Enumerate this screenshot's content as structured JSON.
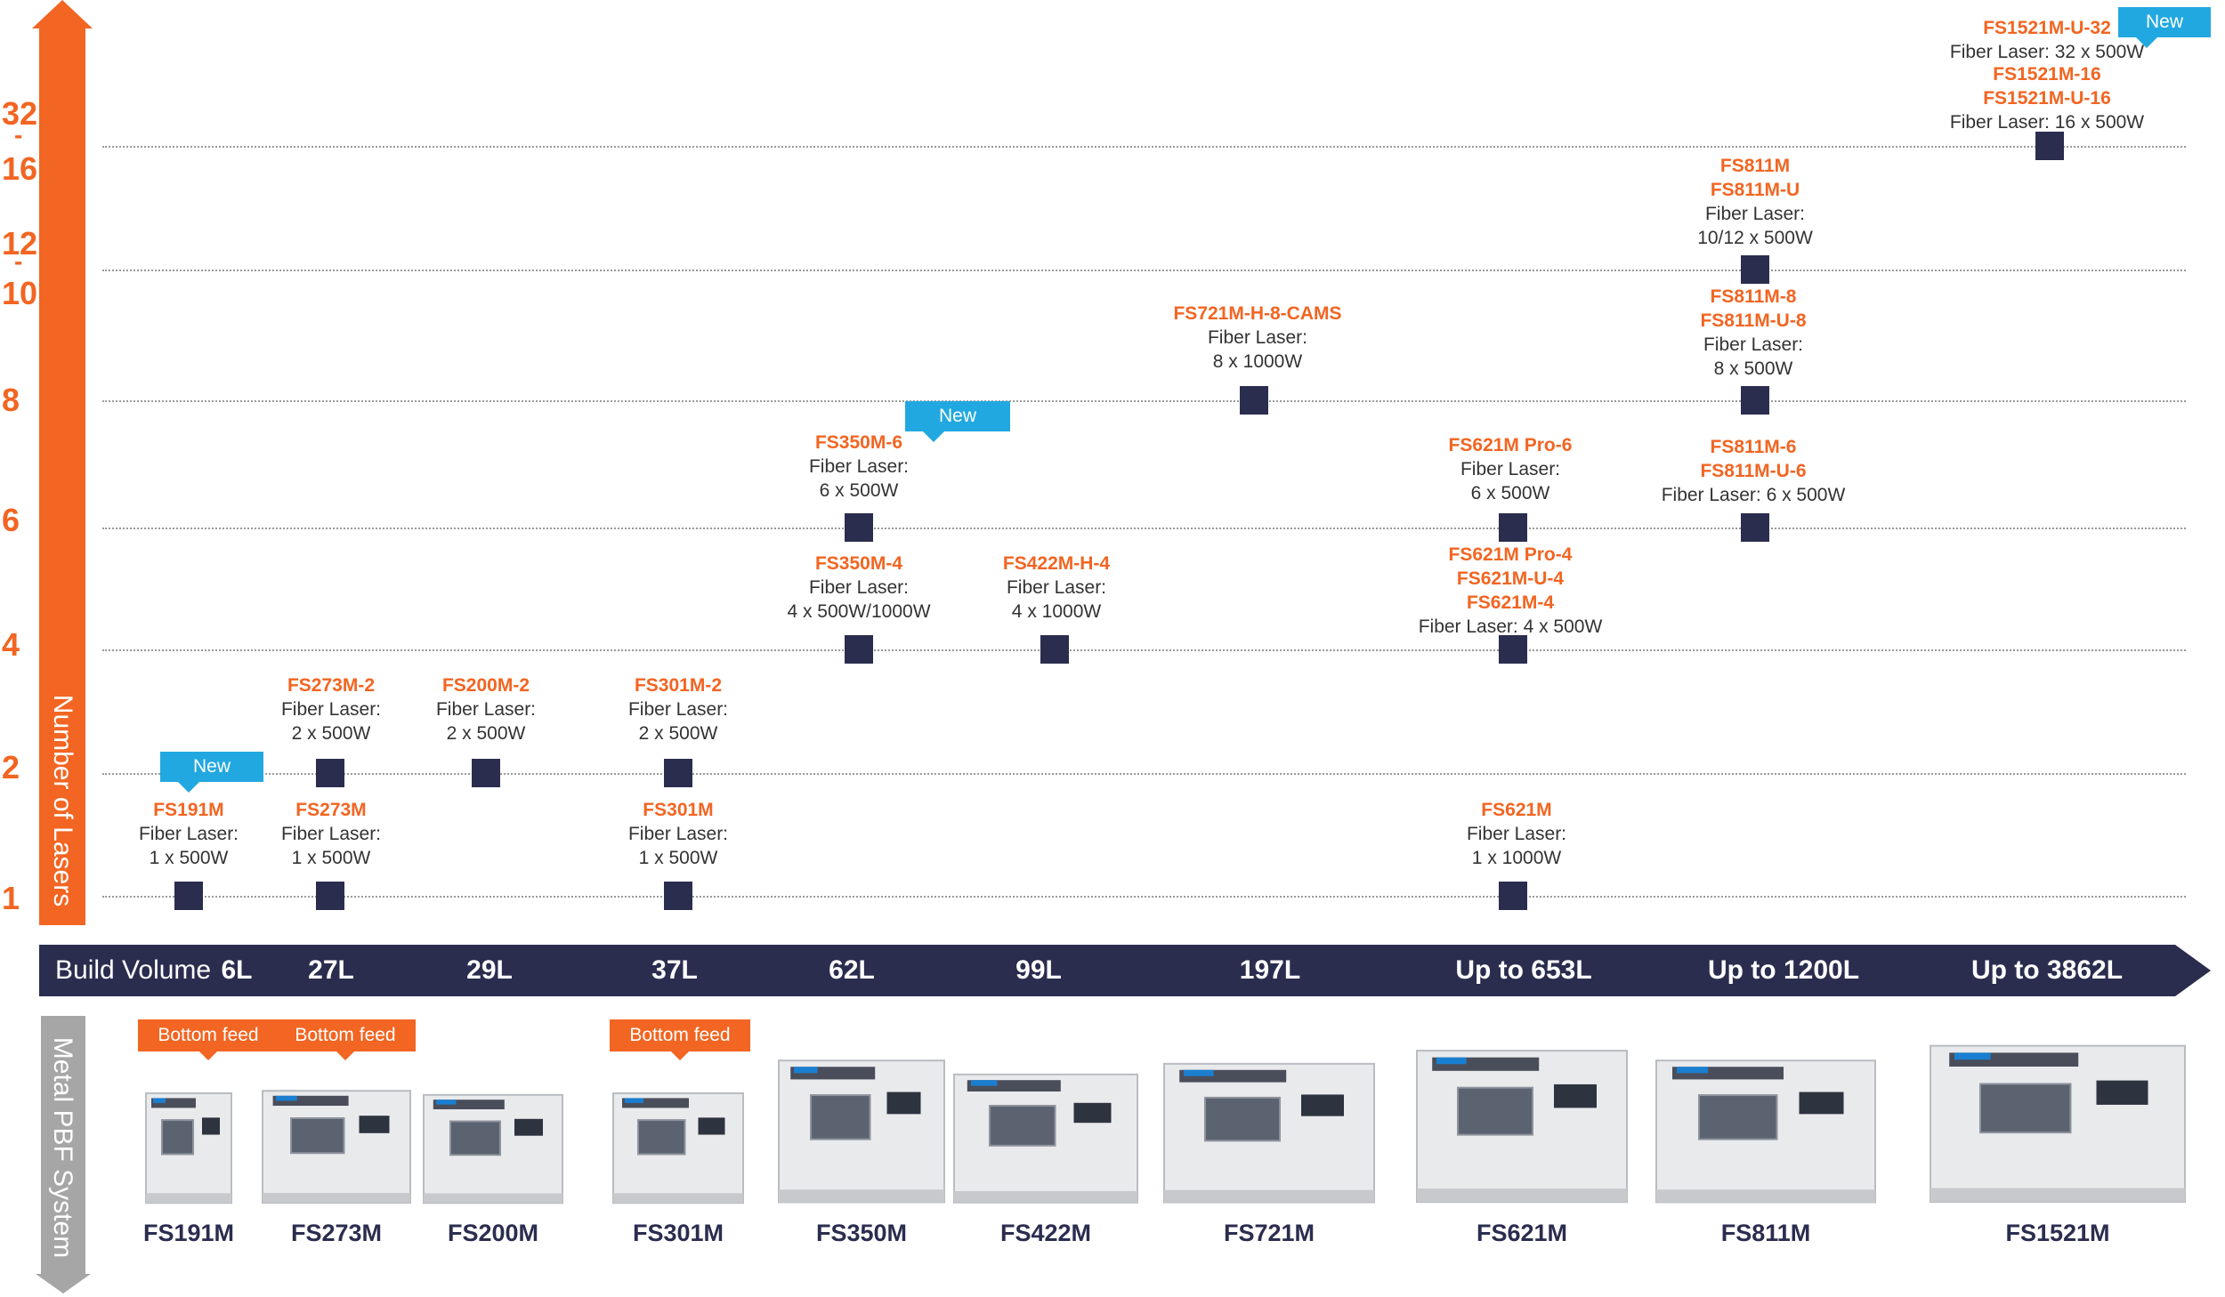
{
  "axis": {
    "y_label": "Number of Lasers",
    "ticks": [
      {
        "label": "32",
        "value": 32
      },
      {
        "label": "-",
        "value": 24
      },
      {
        "label": "16",
        "value": 16
      },
      {
        "label": "12",
        "value": 12
      },
      {
        "label": "-",
        "value": 11
      },
      {
        "label": "10",
        "value": 10
      },
      {
        "label": "8",
        "value": 8
      },
      {
        "label": "6",
        "value": 6
      },
      {
        "label": "4",
        "value": 4
      },
      {
        "label": "2",
        "value": 2
      },
      {
        "label": "1",
        "value": 1
      }
    ]
  },
  "band": {
    "title": "Build Volume",
    "volumes": [
      "6L",
      "27L",
      "29L",
      "37L",
      "62L",
      "99L",
      "197L",
      "Up to 653L",
      "Up to 1200L",
      "Up to 3862L"
    ]
  },
  "system_label": "Metal PBF System",
  "badges": {
    "new": "New",
    "bottom_feed": "Bottom feed"
  },
  "colors": {
    "orange": "#f26522",
    "navy": "#2b2d4f",
    "new_blue": "#22a8e0",
    "gray": "#a6a6a6"
  },
  "chart_data": {
    "type": "scatter",
    "ylabel": "Number of Lasers",
    "x_categories": [
      "FS191M",
      "FS273M",
      "FS200M",
      "FS301M",
      "FS350M",
      "FS422M",
      "FS721M",
      "FS621M",
      "FS811M",
      "FS1521M"
    ],
    "points": [
      {
        "machine": "FS191M",
        "lasers": 1,
        "models": [
          "FS191M"
        ],
        "spec": [
          "Fiber Laser:",
          "1 x 500W"
        ],
        "new": true
      },
      {
        "machine": "FS273M",
        "lasers": 1,
        "models": [
          "FS273M"
        ],
        "spec": [
          "Fiber Laser:",
          "1 x 500W"
        ]
      },
      {
        "machine": "FS273M",
        "lasers": 2,
        "models": [
          "FS273M-2"
        ],
        "spec": [
          "Fiber Laser:",
          "2 x 500W"
        ]
      },
      {
        "machine": "FS200M",
        "lasers": 2,
        "models": [
          "FS200M-2"
        ],
        "spec": [
          "Fiber Laser:",
          "2 x 500W"
        ]
      },
      {
        "machine": "FS301M",
        "lasers": 1,
        "models": [
          "FS301M"
        ],
        "spec": [
          "Fiber Laser:",
          "1 x 500W"
        ]
      },
      {
        "machine": "FS301M",
        "lasers": 2,
        "models": [
          "FS301M-2"
        ],
        "spec": [
          "Fiber Laser:",
          "2 x 500W"
        ]
      },
      {
        "machine": "FS350M",
        "lasers": 4,
        "models": [
          "FS350M-4"
        ],
        "spec": [
          "Fiber Laser:",
          "4 x 500W/1000W"
        ]
      },
      {
        "machine": "FS350M",
        "lasers": 6,
        "models": [
          "FS350M-6"
        ],
        "spec": [
          "Fiber Laser:",
          "6 x 500W"
        ],
        "new": true
      },
      {
        "machine": "FS422M",
        "lasers": 4,
        "models": [
          "FS422M-H-4"
        ],
        "spec": [
          "Fiber Laser:",
          "4 x 1000W"
        ]
      },
      {
        "machine": "FS721M",
        "lasers": 8,
        "models": [
          "FS721M-H-8-CAMS"
        ],
        "spec": [
          "Fiber Laser:",
          "8 x 1000W"
        ]
      },
      {
        "machine": "FS621M",
        "lasers": 1,
        "models": [
          "FS621M"
        ],
        "spec": [
          "Fiber Laser:",
          "1 x 1000W"
        ]
      },
      {
        "machine": "FS621M",
        "lasers": 4,
        "models": [
          "FS621M Pro-4",
          "FS621M-U-4",
          "FS621M-4"
        ],
        "spec": [
          "Fiber Laser: 4 x 500W"
        ]
      },
      {
        "machine": "FS621M",
        "lasers": 6,
        "models": [
          "FS621M Pro-6"
        ],
        "spec": [
          "Fiber Laser:",
          "6 x 500W"
        ]
      },
      {
        "machine": "FS811M",
        "lasers": 6,
        "models": [
          "FS811M-6",
          "FS811M-U-6"
        ],
        "spec": [
          "Fiber Laser: 6 x 500W"
        ]
      },
      {
        "machine": "FS811M",
        "lasers": 8,
        "models": [
          "FS811M-8",
          "FS811M-U-8"
        ],
        "spec": [
          "Fiber Laser:",
          "8 x 500W"
        ]
      },
      {
        "machine": "FS811M",
        "lasers": 12,
        "models": [
          "FS811M",
          "FS811M-U"
        ],
        "spec": [
          "Fiber Laser:",
          "10/12 x 500W"
        ]
      },
      {
        "machine": "FS1521M",
        "lasers": 32,
        "models": [
          "FS1521M-U-32"
        ],
        "spec": [
          "Fiber Laser: 32 x 500W"
        ],
        "new": true
      },
      {
        "machine": "FS1521M",
        "lasers": 16,
        "models": [
          "FS1521M-16",
          "FS1521M-U-16"
        ],
        "spec": [
          "Fiber Laser: 16 x 500W"
        ]
      }
    ]
  },
  "machines": [
    {
      "name": "FS191M",
      "bottom_feed": true
    },
    {
      "name": "FS273M",
      "bottom_feed": true
    },
    {
      "name": "FS200M",
      "bottom_feed": false
    },
    {
      "name": "FS301M",
      "bottom_feed": true
    },
    {
      "name": "FS350M",
      "bottom_feed": false
    },
    {
      "name": "FS422M",
      "bottom_feed": false
    },
    {
      "name": "FS721M",
      "bottom_feed": false
    },
    {
      "name": "FS621M",
      "bottom_feed": false
    },
    {
      "name": "FS811M",
      "bottom_feed": false
    },
    {
      "name": "FS1521M",
      "bottom_feed": false
    }
  ]
}
